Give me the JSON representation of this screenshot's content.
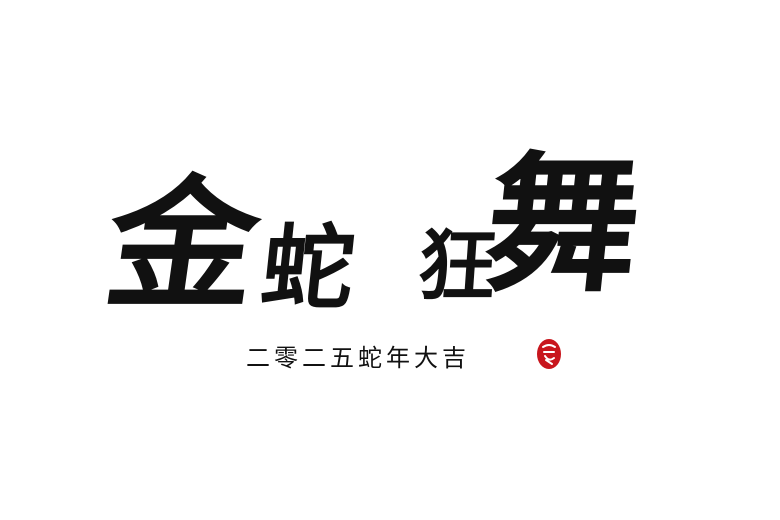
{
  "title": {
    "chars": [
      "金",
      "蛇",
      "狂",
      "舞"
    ]
  },
  "subtitle": "二零二五蛇年大吉",
  "seal": {
    "color": "#c8161d"
  },
  "colors": {
    "ink": "#111111",
    "background": "#ffffff"
  }
}
